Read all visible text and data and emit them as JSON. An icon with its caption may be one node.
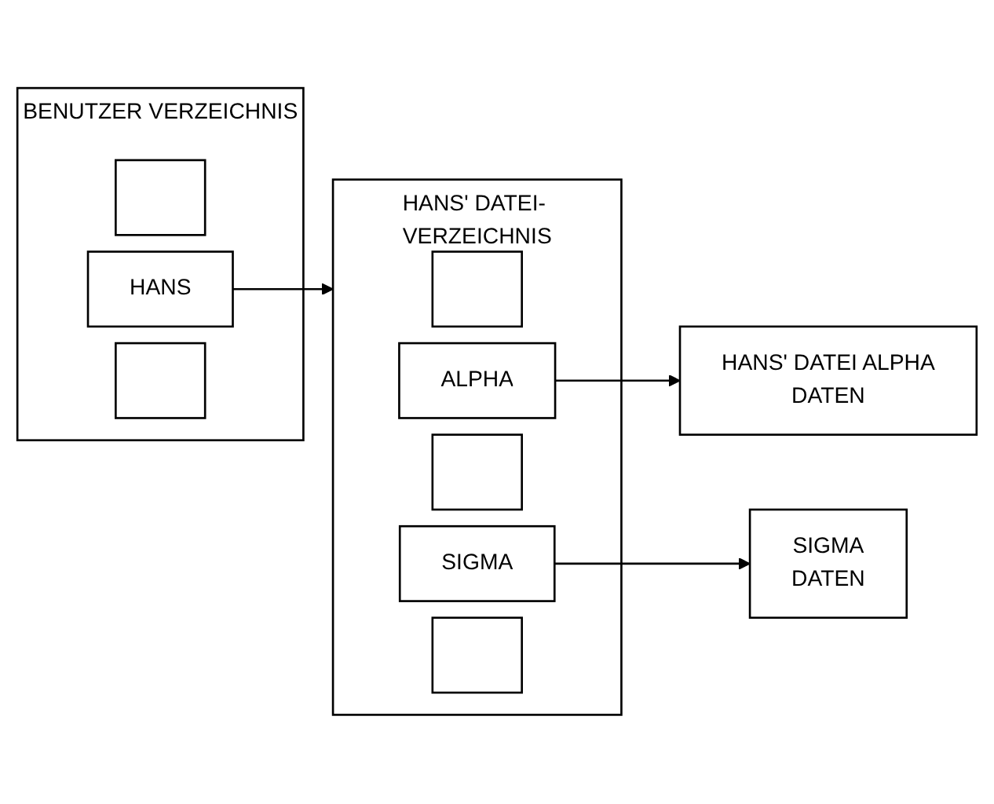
{
  "diagram": {
    "nodes": [
      {
        "text": [
          "BENUTZER VERZEICHNIS"
        ]
      },
      {
        "text": [],
        "shape": "box",
        "in": 0
      },
      {
        "text": [
          "HANS"
        ],
        "in": 0
      },
      {
        "text": [],
        "shape": "box",
        "in": 0
      },
      {
        "text": [
          "HANS' DATEI- VERZEICHNIS"
        ]
      },
      {
        "text": [],
        "shape": "box",
        "in": 4
      },
      {
        "text": [
          "ALPHA"
        ],
        "in": 4
      },
      {
        "text": [],
        "shape": "box",
        "in": 4
      },
      {
        "text": [
          "SIGMA"
        ],
        "in": 4
      },
      {
        "text": [],
        "shape": "box",
        "in": 4
      },
      {
        "text": [
          "HANS' DATEI ALPHA",
          "DATEN"
        ]
      },
      {
        "text": [
          "SIGMA",
          "DATEN"
        ]
      }
    ],
    "edges": [
      {
        "from": 2,
        "to": 4,
        "arrow": "to"
      },
      {
        "from": 6,
        "to": 10,
        "arrow": "to"
      },
      {
        "from": 8,
        "to": 11,
        "arrow": "to"
      }
    ]
  }
}
